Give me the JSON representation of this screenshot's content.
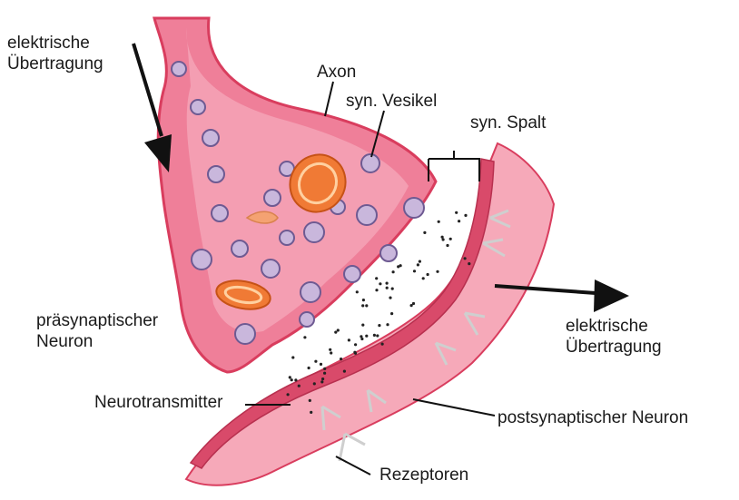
{
  "labels": {
    "electrical_in": "elektrische\nÜbertragung",
    "axon": "Axon",
    "vesicle": "syn. Vesikel",
    "cleft": "syn. Spalt",
    "presynaptic": "präsynaptischer\nNeuron",
    "electrical_out": "elektrische\nÜbertragung",
    "neurotransmitter": "Neurotransmitter",
    "postsynaptic": "postsynaptischer Neuron",
    "receptors": "Rezeptoren"
  },
  "colors": {
    "membrane_outer": "#d93d5e",
    "presynaptic_fill": "#ef7f99",
    "presynaptic_inner": "#f6b3c3",
    "postsynaptic_fill": "#f6a9b9",
    "postsynaptic_band": "#d94a6a",
    "vesicle_fill": "#c9b7dc",
    "mitochondrion": "#f07a35",
    "arrow": "#111111"
  },
  "icons": {
    "arrow_in": "arrow-down-right-icon",
    "arrow_out": "arrow-right-icon"
  }
}
